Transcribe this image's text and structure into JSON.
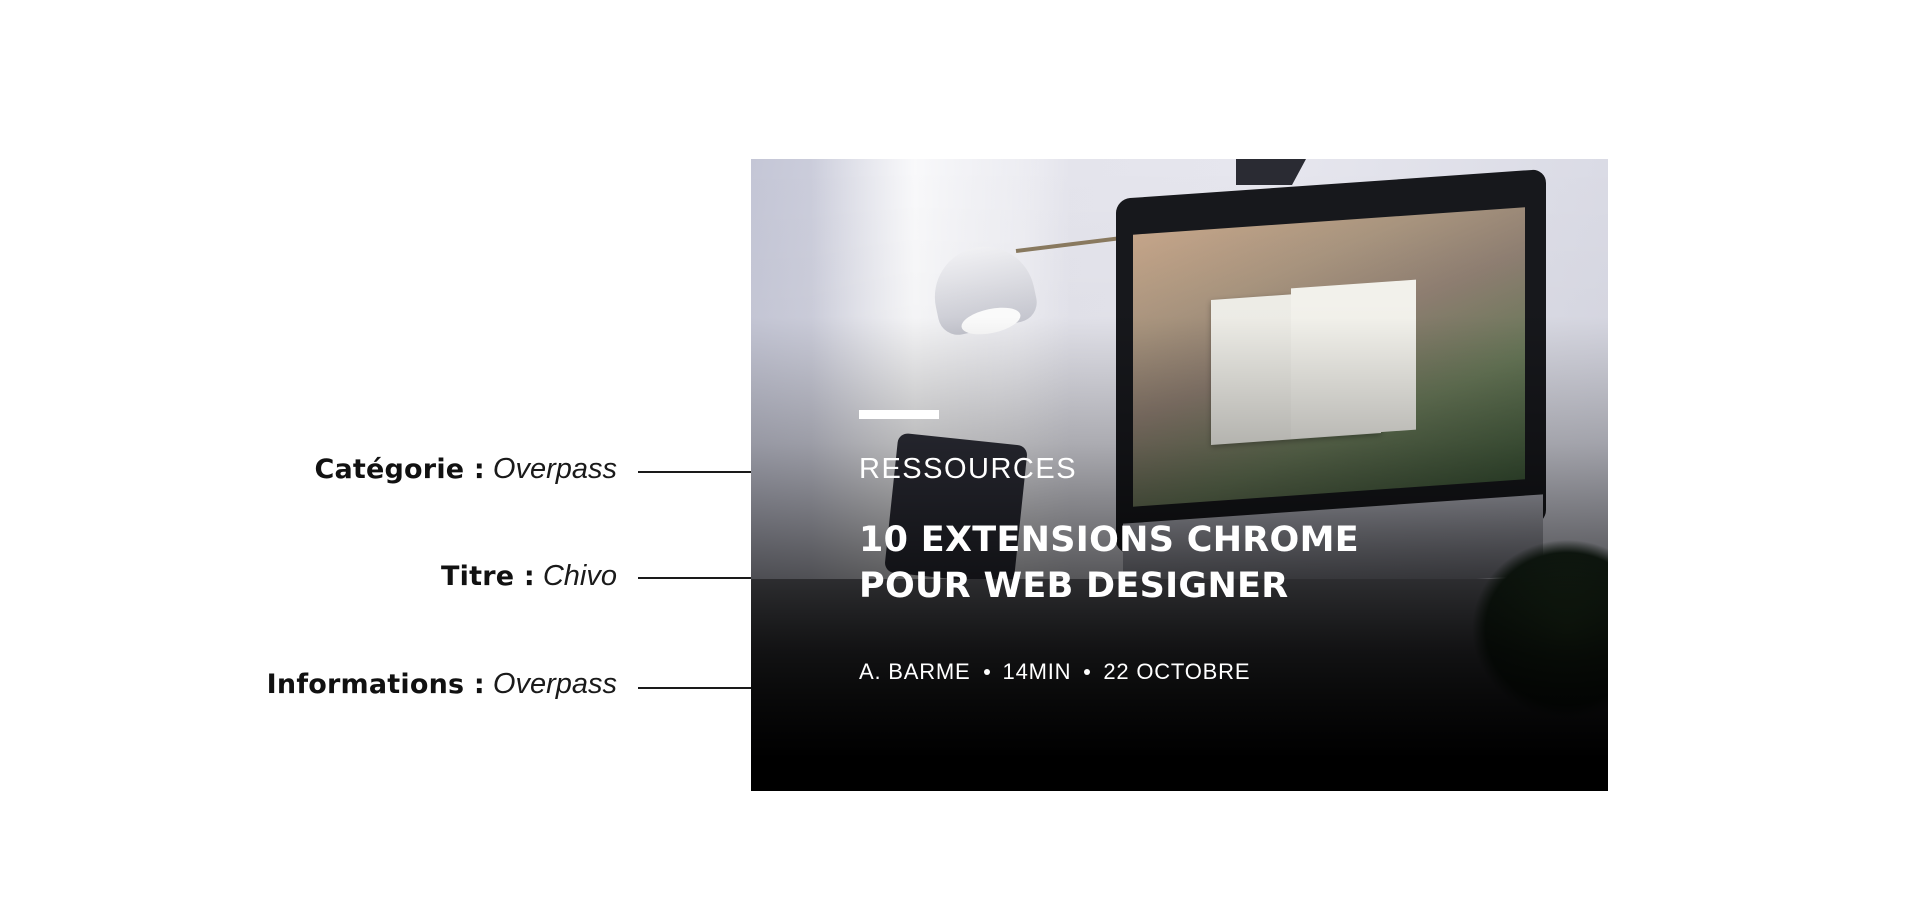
{
  "annotations": {
    "categorie": {
      "label": "Catégorie :",
      "font": "Overpass"
    },
    "titre": {
      "label": "Titre :",
      "font": "Chivo"
    },
    "informations": {
      "label": "Informations :",
      "font": "Overpass"
    }
  },
  "card": {
    "category": "RESSOURCES",
    "title_line1": "10 EXTENSIONS CHROME",
    "title_line2": "POUR WEB DESIGNER",
    "meta": {
      "author": "A. BARME",
      "read_time": "14MIN",
      "date": "22 OCTOBRE"
    }
  }
}
